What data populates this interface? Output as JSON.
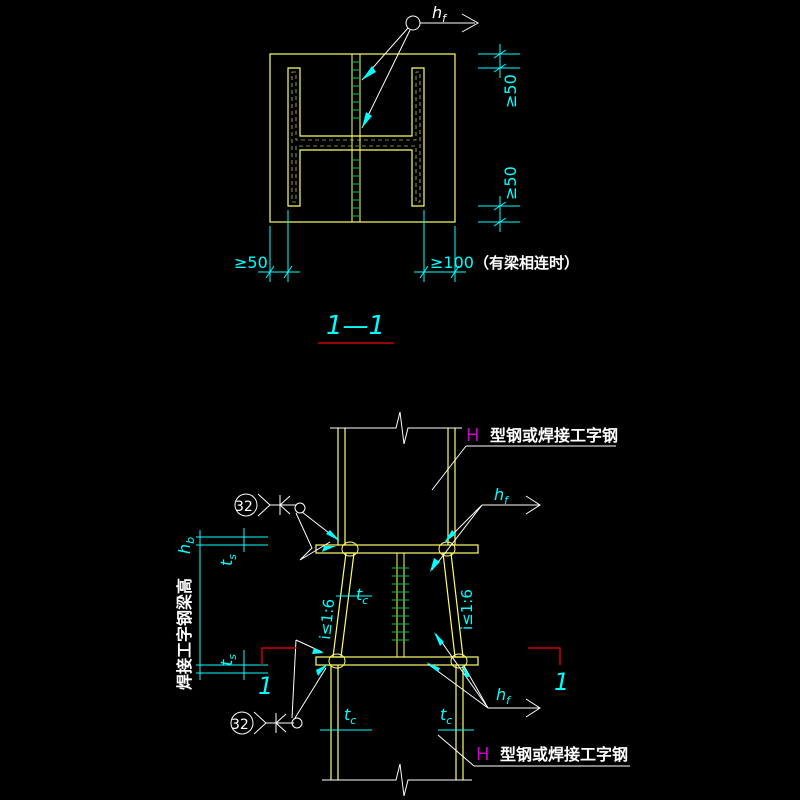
{
  "colors": {
    "background": "#000000",
    "steel": "#ffff66",
    "dimension": "#00ffff",
    "text": "#ffffff",
    "section_mark": "#cc0000",
    "h_prefix": "#cc00cc",
    "weld_hatch": "#00cc44"
  },
  "section_view": {
    "weld_symbol_label": "h",
    "weld_symbol_sub": "f",
    "dim_top": "≥50",
    "dim_bottom": "≥50",
    "dim_left": "≥50",
    "dim_right_value": "≥100",
    "dim_right_note": "（有梁相连时）",
    "section_title": "1—1"
  },
  "elevation_view": {
    "member_top_prefix": "H",
    "member_top_label": "型钢或焊接工字钢",
    "member_bottom_prefix": "H",
    "member_bottom_label": "型钢或焊接工字钢",
    "beam_height_label": "焊接工字钢梁高",
    "beam_height_symbol": "h",
    "beam_height_sub": "b",
    "ts_symbol": "t",
    "ts_sub": "s",
    "tc_symbol": "t",
    "tc_sub": "c",
    "hf_symbol": "h",
    "hf_sub": "f",
    "slope_label": "i≤1:6",
    "weld_circle_number": "32",
    "section_cut_number": "1"
  }
}
